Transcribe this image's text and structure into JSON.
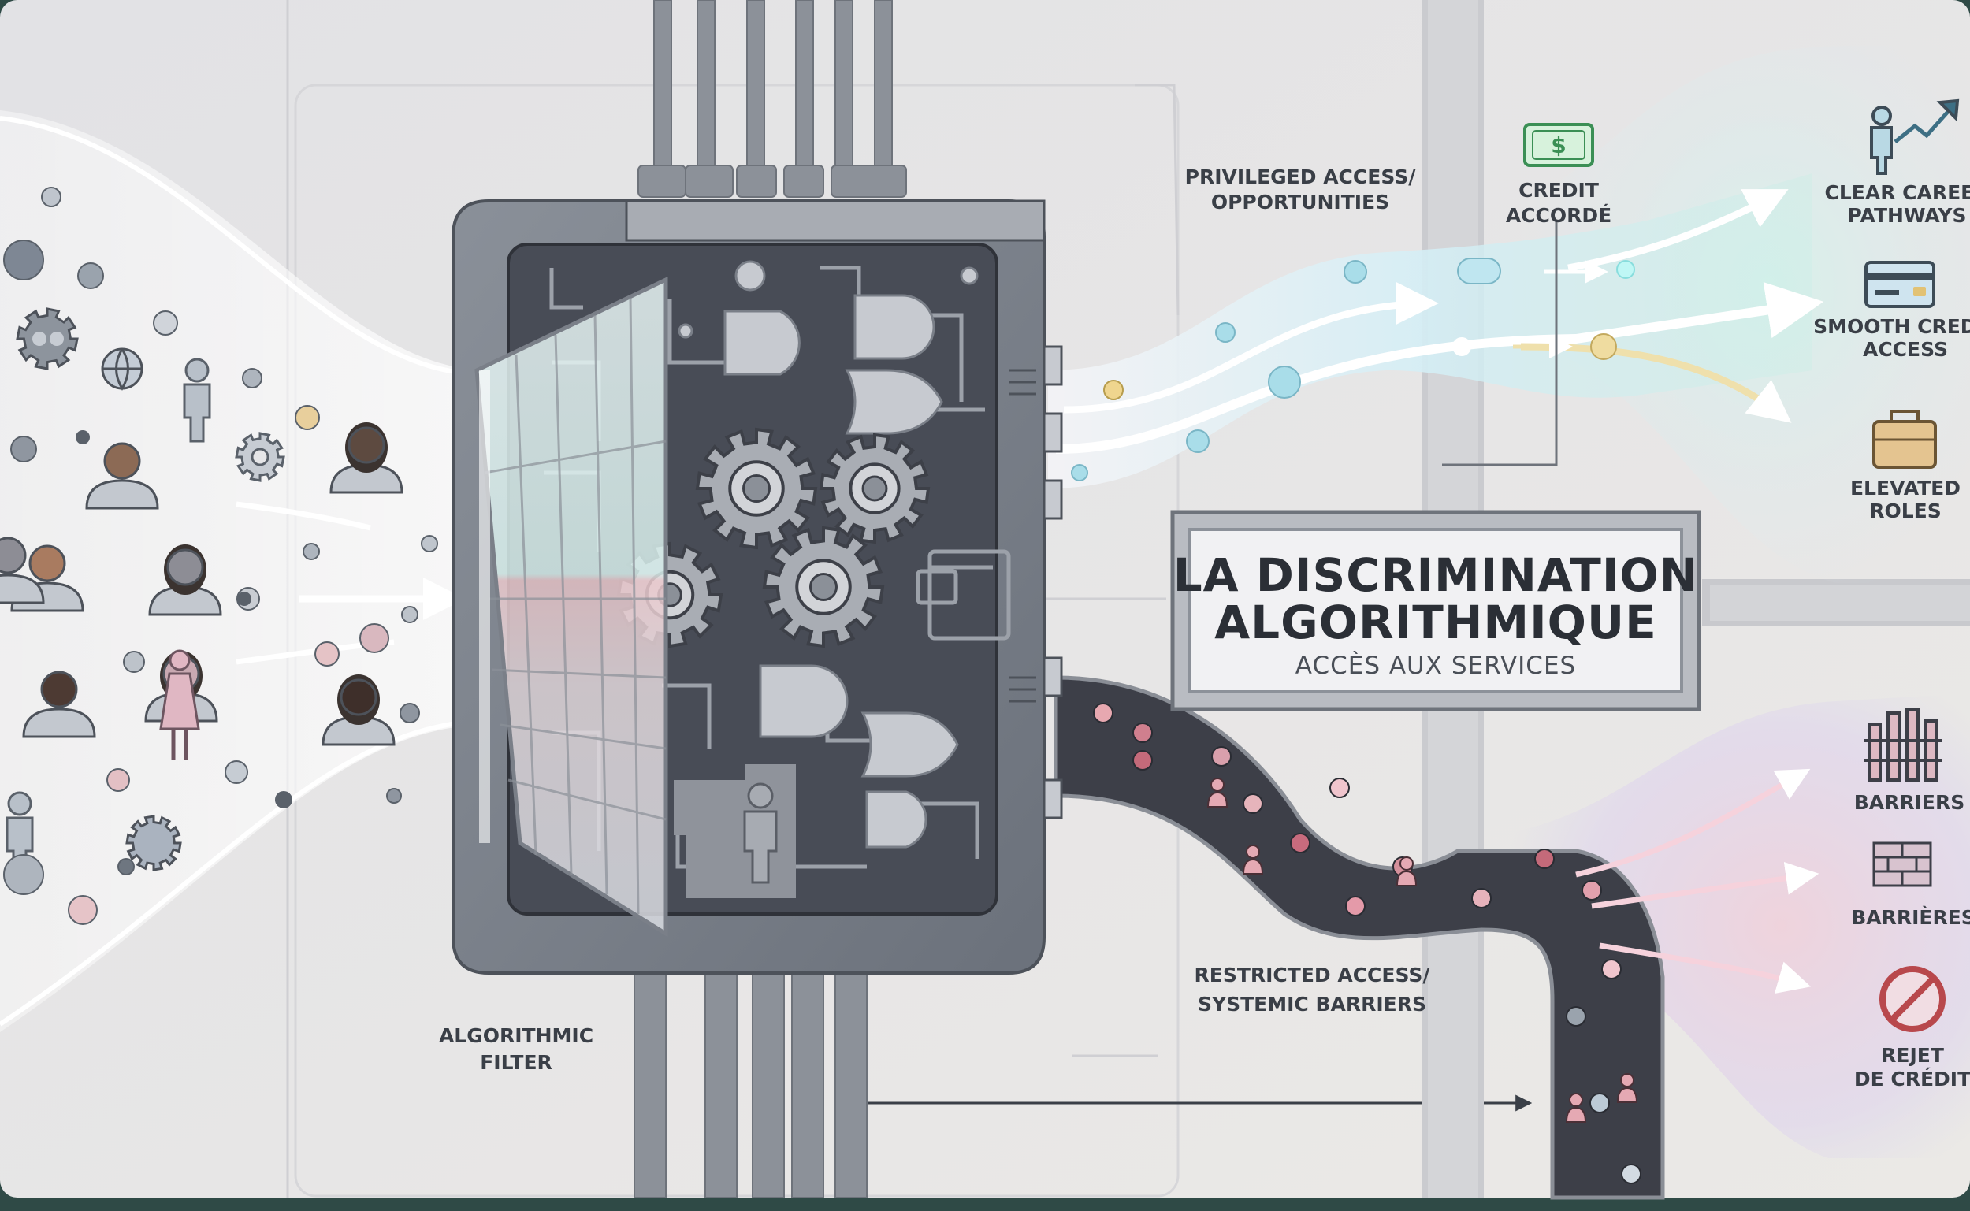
{
  "title": {
    "line1": "LA DISCRIMINATION",
    "line2": "ALGORITHMIQUE",
    "subtitle": "ACCÈS AUX SERVICES"
  },
  "filter": {
    "line1": "ALGORITHMIC",
    "line2": "FILTER"
  },
  "privileged": {
    "line1": "PRIVILEGED ACCESS/",
    "line2": "OPPORTUNITIES"
  },
  "restricted": {
    "line1": "RESTRICTED ACCESS/",
    "line2": "SYSTEMIC BARRIERS"
  },
  "credit": {
    "line1": "CREDIT",
    "line2": "ACCORDÉ",
    "icon": "money-icon"
  },
  "outcomes_positive": [
    {
      "line1": "CLEAR CAREER",
      "line2": "PATHWAYS",
      "icon": "career-growth-icon"
    },
    {
      "line1": "SMOOTH CREDIT",
      "line2": "ACCESS",
      "icon": "credit-card-icon"
    },
    {
      "line1": "ELEVATED",
      "line2": "ROLES",
      "icon": "briefcase-icon"
    }
  ],
  "outcomes_negative": [
    {
      "line1": "BARRIERS",
      "line2": "",
      "icon": "fence-icon"
    },
    {
      "line1": "BARRIÈRES",
      "line2": "",
      "icon": "brick-wall-icon"
    },
    {
      "line1": "REJET",
      "line2": "DE CRÉDIT",
      "icon": "prohibited-icon"
    }
  ],
  "colors": {
    "background": "#e6e6e8",
    "machine": "#5c626c",
    "privileged_flow": "#bfe6f0",
    "restricted_road": "#3d3f48",
    "positive_glow": "#cfeee8",
    "negative_glow": "#eecdd8",
    "reject_red": "#b8484c"
  }
}
